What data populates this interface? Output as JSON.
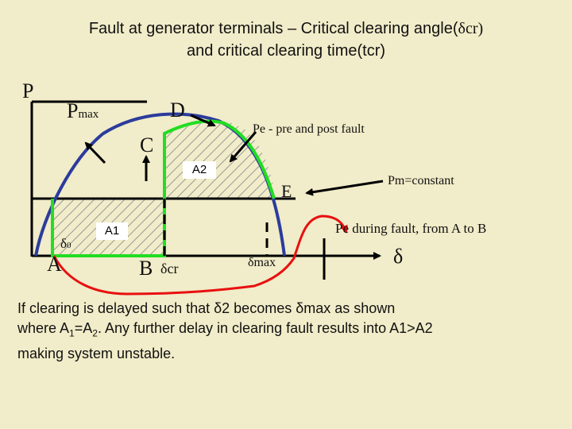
{
  "title": {
    "line1_prefix": "Fault at generator terminals – Critical clearing angle(",
    "line1_symbol": "δcr)",
    "line2": "and critical clearing time(tcr)"
  },
  "labels": {
    "p_axis": "P",
    "pmax_p": "P",
    "pmax_sub": "max",
    "point_a": "A",
    "point_b": "B",
    "point_c": "C",
    "point_d": "D",
    "point_e": "E",
    "delta0": "δ",
    "delta0_sub": "0",
    "delta_cr": "δcr",
    "delta_max": "δmax",
    "delta_axis": "δ",
    "area1": "A1",
    "area2": "A2"
  },
  "annotations": {
    "pe_pre_post": "Pe -  pre and post fault",
    "pm_constant": "Pm=constant",
    "pe_during": "Pe during fault, from A to B"
  },
  "caption": {
    "line1": "If clearing is delayed such that δ2  becomes δmax as shown",
    "line2_a": "where A",
    "line2_sub1": "1",
    "line2_b": "=A",
    "line2_sub2": "2",
    "line2_c": ". Any further delay in clearing fault results into A1>A2",
    "line3": "making system unstable."
  },
  "colors": {
    "background": "#f1ecc9",
    "curve": "#2b3c9c",
    "green": "#22dd22",
    "red": "#e81010",
    "hatch": "#999999"
  }
}
